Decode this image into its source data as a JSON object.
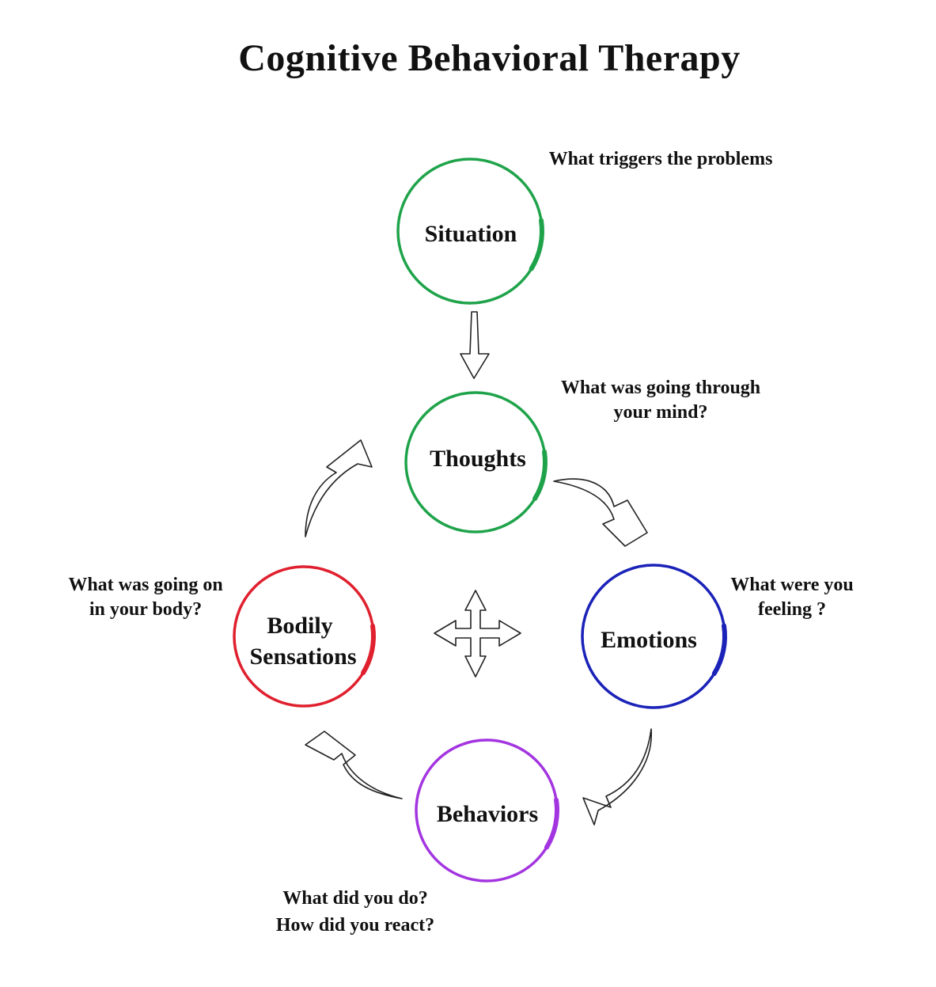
{
  "title": "Cognitive Behavioral Therapy",
  "nodes": {
    "situation": {
      "label": "Situation",
      "color": "#1fa34a"
    },
    "thoughts": {
      "label": "Thoughts",
      "color": "#1fa34a"
    },
    "emotions": {
      "label": "Emotions",
      "color": "#1a22b8"
    },
    "behaviors": {
      "label": "Behaviors",
      "color": "#a335e0"
    },
    "bodily": {
      "label_line1": "Bodily",
      "label_line2": "Sensations",
      "color": "#e0202e"
    }
  },
  "notes": {
    "situation": "What triggers the problems",
    "thoughts_line1": "What was going through",
    "thoughts_line2": "your mind?",
    "emotions_line1": "What were you",
    "emotions_line2": "feeling ?",
    "bodily_line1": "What was going on",
    "bodily_line2": "in your body?",
    "behaviors_line1": "What did you do?",
    "behaviors_line2": "How did you react?"
  }
}
